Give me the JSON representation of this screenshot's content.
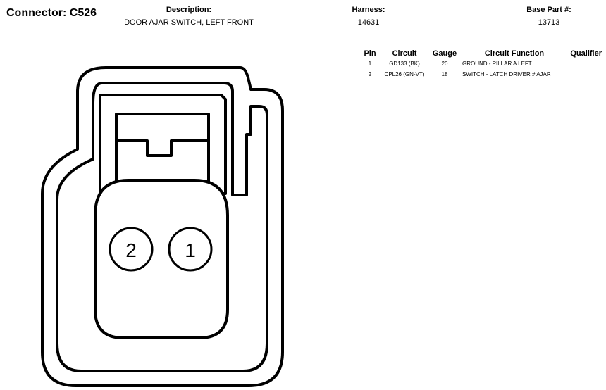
{
  "connector": {
    "title": "Connector: C526"
  },
  "description": {
    "label": "Description:",
    "value": "DOOR AJAR SWITCH, LEFT FRONT"
  },
  "harness": {
    "label": "Harness:",
    "value": "14631"
  },
  "base_part": {
    "label": "Base Part #:",
    "value": "13713"
  },
  "pin_table": {
    "headers": {
      "pin": "Pin",
      "circuit": "Circuit",
      "gauge": "Gauge",
      "function": "Circuit Function",
      "qualifier": "Qualifier"
    },
    "rows": [
      {
        "pin": "1",
        "circuit": "GD133 (BK)",
        "gauge": "20",
        "function": "GROUND - PILLAR A LEFT",
        "qualifier": ""
      },
      {
        "pin": "2",
        "circuit": "CPL26 (GN-VT)",
        "gauge": "18",
        "function": "SWITCH - LATCH DRIVER # AJAR",
        "qualifier": ""
      }
    ]
  },
  "drawing": {
    "pins": [
      "2",
      "1"
    ]
  }
}
